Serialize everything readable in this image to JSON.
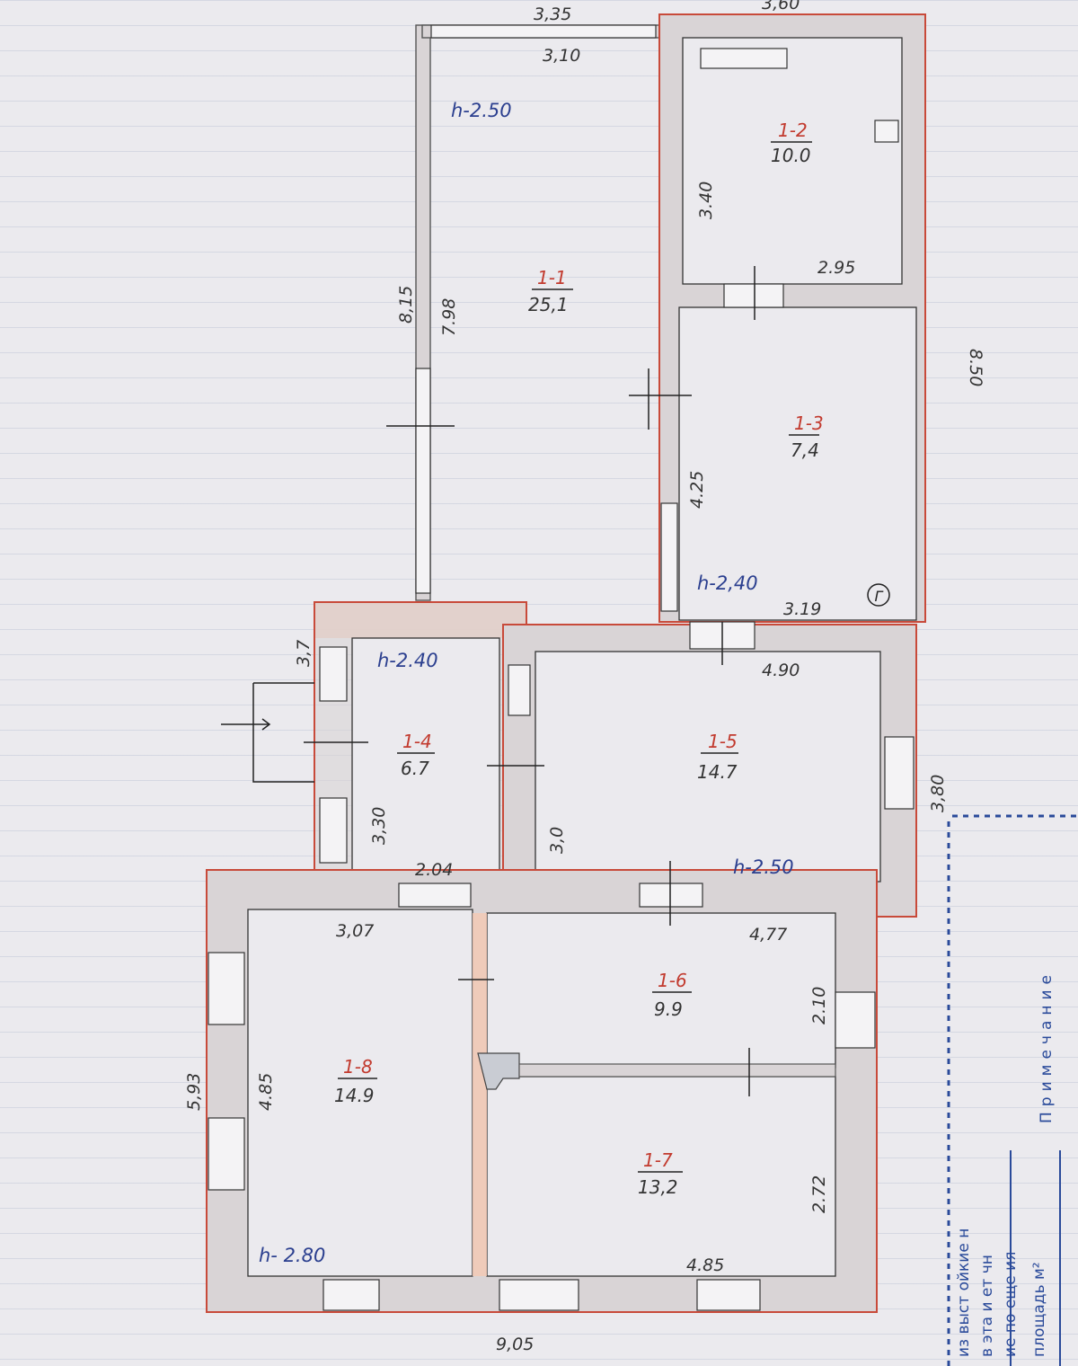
{
  "dimensions": {
    "top_left_outer": "3,35",
    "top_left_inner": "3,10",
    "top_right_outer": "3,60",
    "left_outer_115": "8,15",
    "left_inner_798": "7.98",
    "r12_height": "3.40",
    "r12_width": "2.95",
    "right_outer_850": "8.50",
    "r13_height": "4.25",
    "r13_width": "3.19",
    "r14_small": "3,7",
    "r14_height": "3,30",
    "r14_width": "2.04",
    "r15_height": "3,0",
    "r15_width": "4.90",
    "r15_right": "3,80",
    "r16_width": "4,77",
    "r16_height": "2.10",
    "r18_width": "3,07",
    "r18_height": "4.85",
    "left_outer_593": "5,93",
    "r17_height": "2.72",
    "r17_width": "4.85",
    "bottom_outer": "9,05"
  },
  "heights": {
    "r11": "h-2.50",
    "r13": "h-2,40",
    "r14": "h-2.40",
    "r15": "h-2.50",
    "r18": "h- 2.80"
  },
  "rooms": [
    {
      "num": "1-1",
      "area": "25,1"
    },
    {
      "num": "1-2",
      "area": "10.0"
    },
    {
      "num": "1-3",
      "area": "7,4"
    },
    {
      "num": "1-4",
      "area": "6.7"
    },
    {
      "num": "1-5",
      "area": "14.7"
    },
    {
      "num": "1-6",
      "area": "9.9"
    },
    {
      "num": "1-7",
      "area": "13,2"
    },
    {
      "num": "1-8",
      "area": "14.9"
    }
  ],
  "markers": {
    "circle_letter": "Г"
  },
  "stamp": {
    "primechanie": "Примечание",
    "ploshchad": "площадь м²",
    "line1": "ие по еще ия",
    "line2": "в эта и ет чн",
    "line3": "из выст ойкие н"
  }
}
